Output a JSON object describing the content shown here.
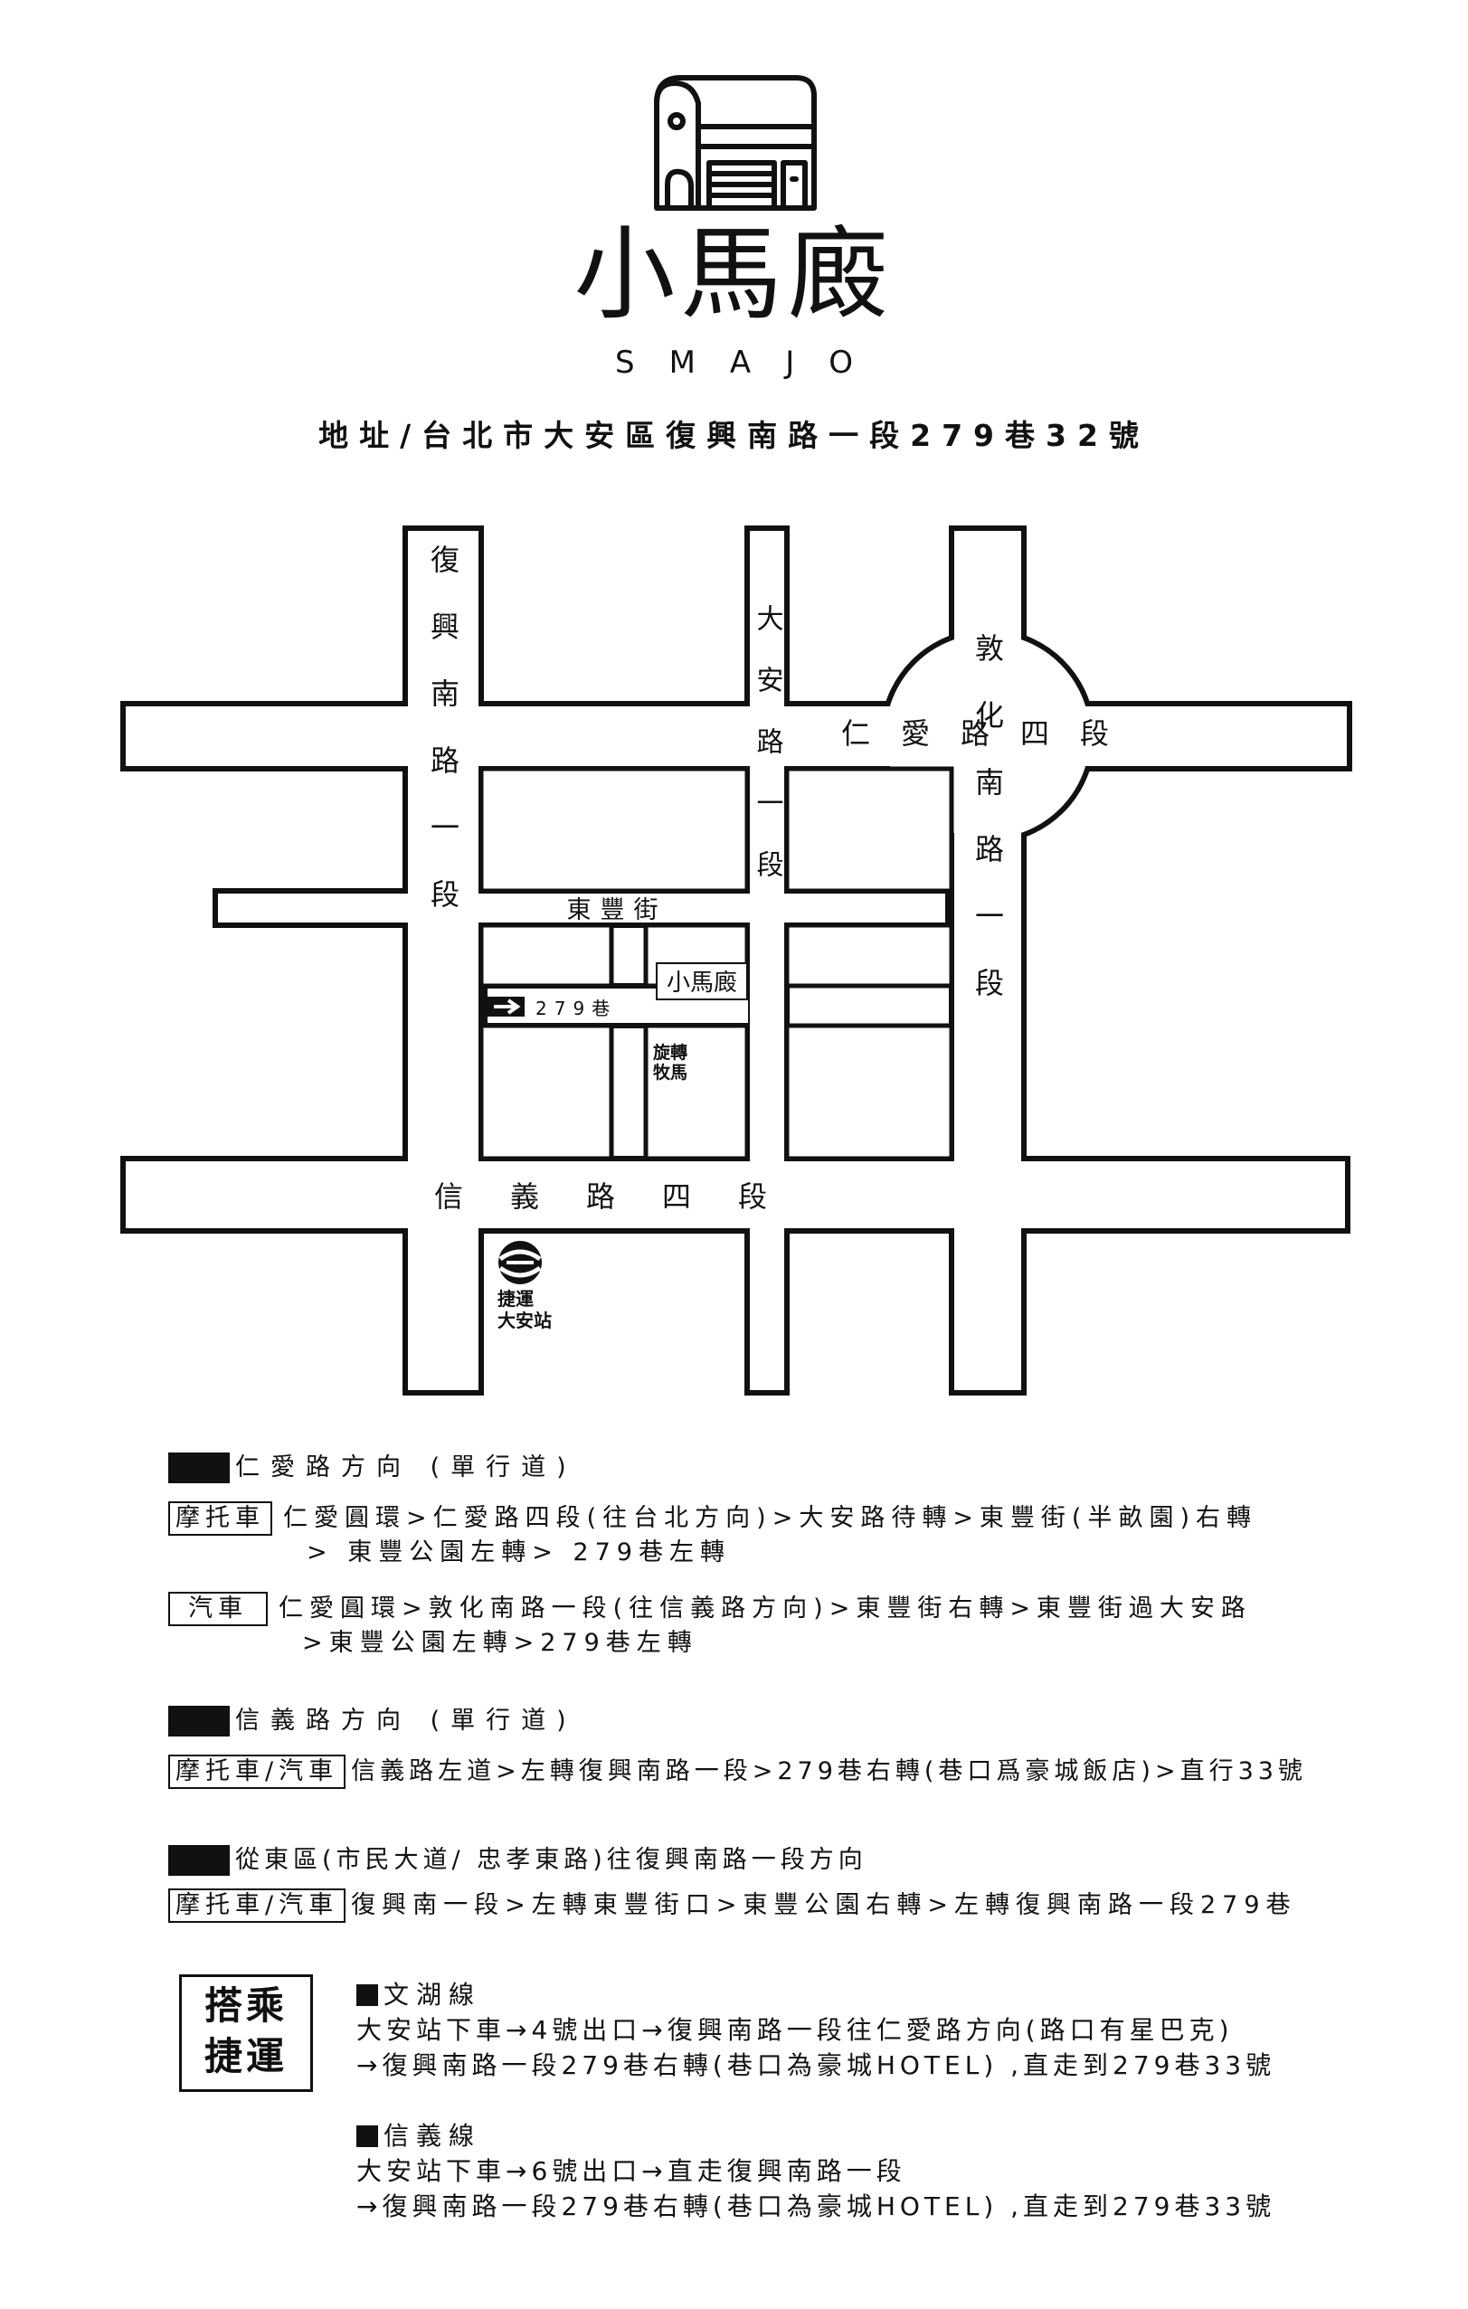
{
  "brand": {
    "name": "小馬廄",
    "latin": "SMAJO",
    "icon": "house-icon"
  },
  "address": "地址/台北市大安區復興南路一段279巷32號",
  "map": {
    "roads": {
      "renai": "仁愛路四段",
      "fuxing": "復興南路一段",
      "daan": "大安路一段",
      "dunhua": "敦化南路一段",
      "dongfeng": "東豐街",
      "xinyi": "信義路四段",
      "lane279": "279巷"
    },
    "shop_label": "小馬廄",
    "landmark": "旋轉牧馬",
    "landmark_line1": "旋轉",
    "landmark_line2": "牧馬",
    "mrt_line1": "捷運",
    "mrt_line2": "大安站",
    "mrt_icon": "metro-logo-icon",
    "arrow_icon": "right-arrow-icon"
  },
  "directions": [
    {
      "heading": "仁愛路方向 (單行道)",
      "routes": [
        {
          "tag": "摩托車",
          "lines": [
            "仁愛圓環>仁愛路四段(往台北方向)>大安路待轉>東豐街(半畝園)右轉",
            "> 東豐公園左轉> 279巷左轉"
          ]
        },
        {
          "tag": "汽車",
          "lines": [
            "仁愛圓環>敦化南路一段(往信義路方向)>東豐街右轉>東豐街過大安路",
            ">東豐公園左轉>279巷左轉"
          ]
        }
      ]
    },
    {
      "heading": "信義路方向 (單行道)",
      "routes": [
        {
          "tag": "摩托車/汽車",
          "lines": [
            "信義路左道>左轉復興南路一段>279巷右轉(巷口爲豪城飯店)>直行33號"
          ]
        }
      ]
    },
    {
      "heading": "從東區(市民大道/ 忠孝東路)往復興南路一段方向",
      "routes": [
        {
          "tag": "摩托車/汽車",
          "lines": [
            "復興南一段>左轉東豐街口>東豐公園右轉>左轉復興南路一段279巷"
          ]
        }
      ]
    }
  ],
  "mrt": {
    "box_line1": "搭乘",
    "box_line2": "捷運",
    "lines": [
      {
        "name": "文湖線",
        "steps": [
          "大安站下車→4號出口→復興南路一段往仁愛路方向(路口有星巴克)",
          "→復興南路一段279巷右轉(巷口為豪城HOTEL) ,直走到279巷33號"
        ]
      },
      {
        "name": "信義線",
        "steps": [
          "大安站下車→6號出口→直走復興南路一段",
          "→復興南路一段279巷右轉(巷口為豪城HOTEL) ,直走到279巷33號"
        ]
      }
    ]
  }
}
